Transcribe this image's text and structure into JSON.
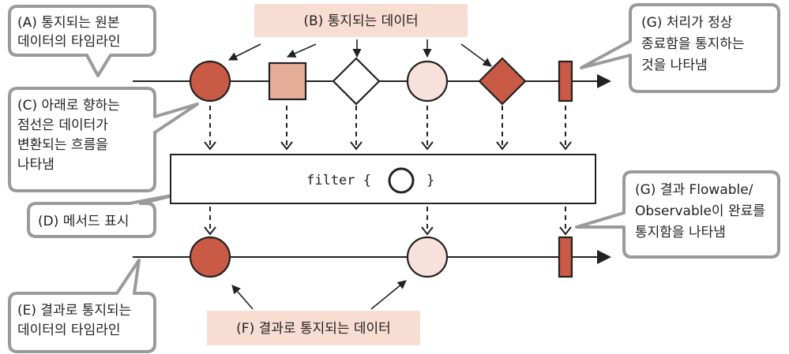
{
  "colors": {
    "dark_red": "#c95a45",
    "light_salmon": "#e6ad98",
    "pale_pink": "#f7e1da",
    "label_bg": "#f8ddd2",
    "bubble_border": "#9a9a9a",
    "stroke": "#222222"
  },
  "callouts": {
    "a": {
      "lines": [
        "(A) 통지되는 원본",
        "데이터의 타임라인"
      ]
    },
    "c": {
      "lines": [
        "(C) 아래로 향하는",
        "점선은 데이터가",
        "변환되는 흐름을",
        "나타냄"
      ]
    },
    "d": {
      "lines": [
        "(D) 메서드 표시"
      ]
    },
    "e": {
      "lines": [
        "(E) 결과로 통지되는",
        "데이터의 타임라인"
      ]
    },
    "g1": {
      "lines": [
        "(G) 처리가 정상",
        "종료함을 통지하는",
        "것을 나타냄"
      ]
    },
    "g2": {
      "lines": [
        "(G) 결과 Flowable/",
        "Observable이 완료를",
        "통지함을 나타냄"
      ]
    }
  },
  "labels": {
    "b": "(B) 통지되는 데이터",
    "f": "(F) 결과로 통지되는 데이터"
  },
  "operator": {
    "name_text": "filter {",
    "close_brace": "}",
    "symbol": "circle"
  },
  "items": {
    "source": [
      {
        "shape": "circle",
        "fill": "dark_red"
      },
      {
        "shape": "square",
        "fill": "light_salmon"
      },
      {
        "shape": "diamond",
        "fill": "white"
      },
      {
        "shape": "circle",
        "fill": "pale_pink"
      },
      {
        "shape": "diamond",
        "fill": "dark_red"
      },
      {
        "shape": "completion",
        "fill": "dark_red"
      }
    ],
    "result": [
      {
        "shape": "circle",
        "fill": "dark_red"
      },
      {
        "shape": "circle",
        "fill": "pale_pink"
      },
      {
        "shape": "completion",
        "fill": "dark_red"
      }
    ]
  }
}
